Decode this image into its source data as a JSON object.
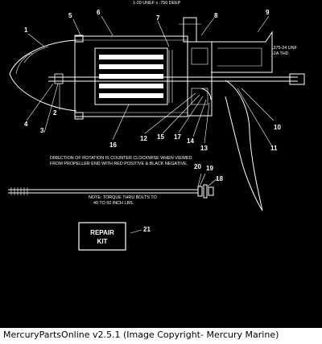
{
  "diagram": {
    "top_thread_label": "1-20 UNEF x .750 DEEP",
    "side_thread_label_line1": ".375-24 UNF",
    "side_thread_label_line2": "-2A THD",
    "rotation_note_line1": "DIRECTION OF ROTATION IS COUNTER CLOCKWISE WHEN VIEWED",
    "rotation_note_line2": "FROM PROPELLER END WITH RED POSITIVE & BLACK NEGATIVE.",
    "torque_note_line1": "NOTE: TORQUE THRU BOLTS TO",
    "torque_note_line2": "40 TO 50 INCH LBS.",
    "repair_kit_line1": "REPAIR",
    "repair_kit_line2": "KIT",
    "callouts": [
      "1",
      "2",
      "3",
      "4",
      "5",
      "6",
      "7",
      "8",
      "9",
      "10",
      "11",
      "12",
      "13",
      "14",
      "15",
      "16",
      "17",
      "18",
      "19",
      "20",
      "21"
    ]
  },
  "caption": "MercuryPartsOnline v2.5.1 (Image Copyright- Mercury Marine)",
  "colors": {
    "background": "#000000",
    "lines": "#ffffff",
    "caption_bg": "#ffffff",
    "caption_text": "#000000"
  }
}
